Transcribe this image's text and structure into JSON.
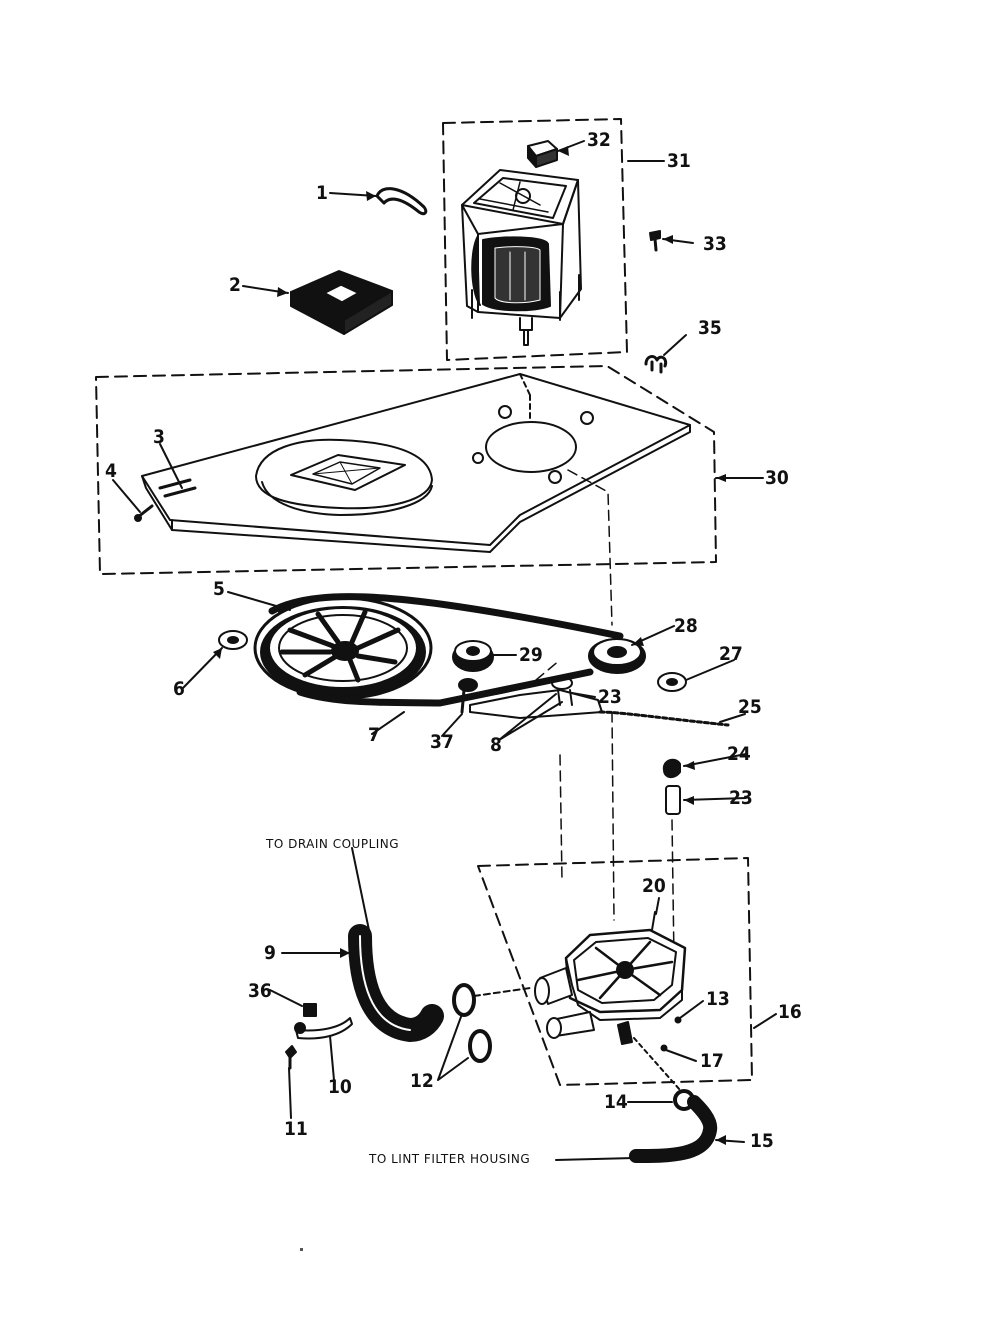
{
  "diagram": {
    "notes": {
      "drain": "TO DRAIN COUPLING",
      "lint": "TO LINT FILTER HOUSING"
    },
    "callouts": {
      "c1": "1",
      "c2": "2",
      "c3": "3",
      "c4": "4",
      "c5": "5",
      "c6": "6",
      "c7": "7",
      "c8": "8",
      "c9": "9",
      "c10": "10",
      "c11": "11",
      "c12": "12",
      "c13": "13",
      "c14": "14",
      "c15": "15",
      "c16": "16",
      "c17": "17",
      "c20": "20",
      "c23a": "23",
      "c23b": "23",
      "c24": "24",
      "c25": "25",
      "c27": "27",
      "c28": "28",
      "c29": "29",
      "c30": "30",
      "c31": "31",
      "c32": "32",
      "c33": "33",
      "c35": "35",
      "c36": "36",
      "c37": "37"
    }
  }
}
